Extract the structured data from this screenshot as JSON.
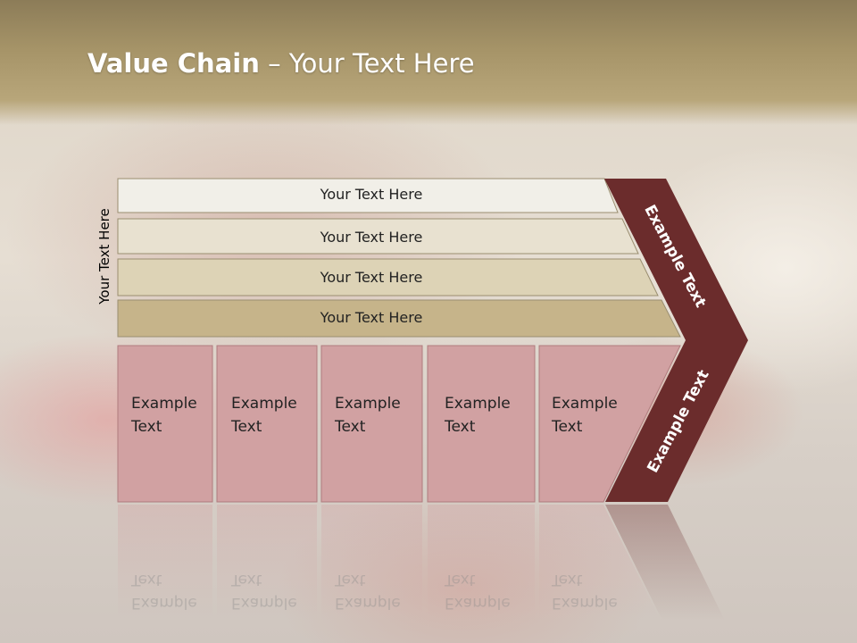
{
  "slide": {
    "title_bold": "Value Chain",
    "title_rest": " – Your Text Here",
    "vertical_label": "Your Text Here"
  },
  "rows": [
    {
      "label": "Your Text Here",
      "fill": "#f1efe8"
    },
    {
      "label": "Your Text Here",
      "fill": "#e8e1d0"
    },
    {
      "label": "Your Text Here",
      "fill": "#ddd3b6"
    },
    {
      "label": "Your Text Here",
      "fill": "#c6b48a"
    }
  ],
  "cells": [
    {
      "label_line1": "Example",
      "label_line2": "Text"
    },
    {
      "label_line1": "Example",
      "label_line2": "Text"
    },
    {
      "label_line1": "Example",
      "label_line2": "Text"
    },
    {
      "label_line1": "Example",
      "label_line2": "Text"
    },
    {
      "label_line1": "Example",
      "label_line2": "Text"
    }
  ],
  "chevron": {
    "upper_label": "Example Text",
    "lower_label": "Example Text",
    "fill": "#6b2c2c"
  },
  "colors": {
    "cell_fill": "#d1a1a2",
    "cell_stroke": "#b07c7e",
    "row_stroke": "#9a8e70"
  }
}
